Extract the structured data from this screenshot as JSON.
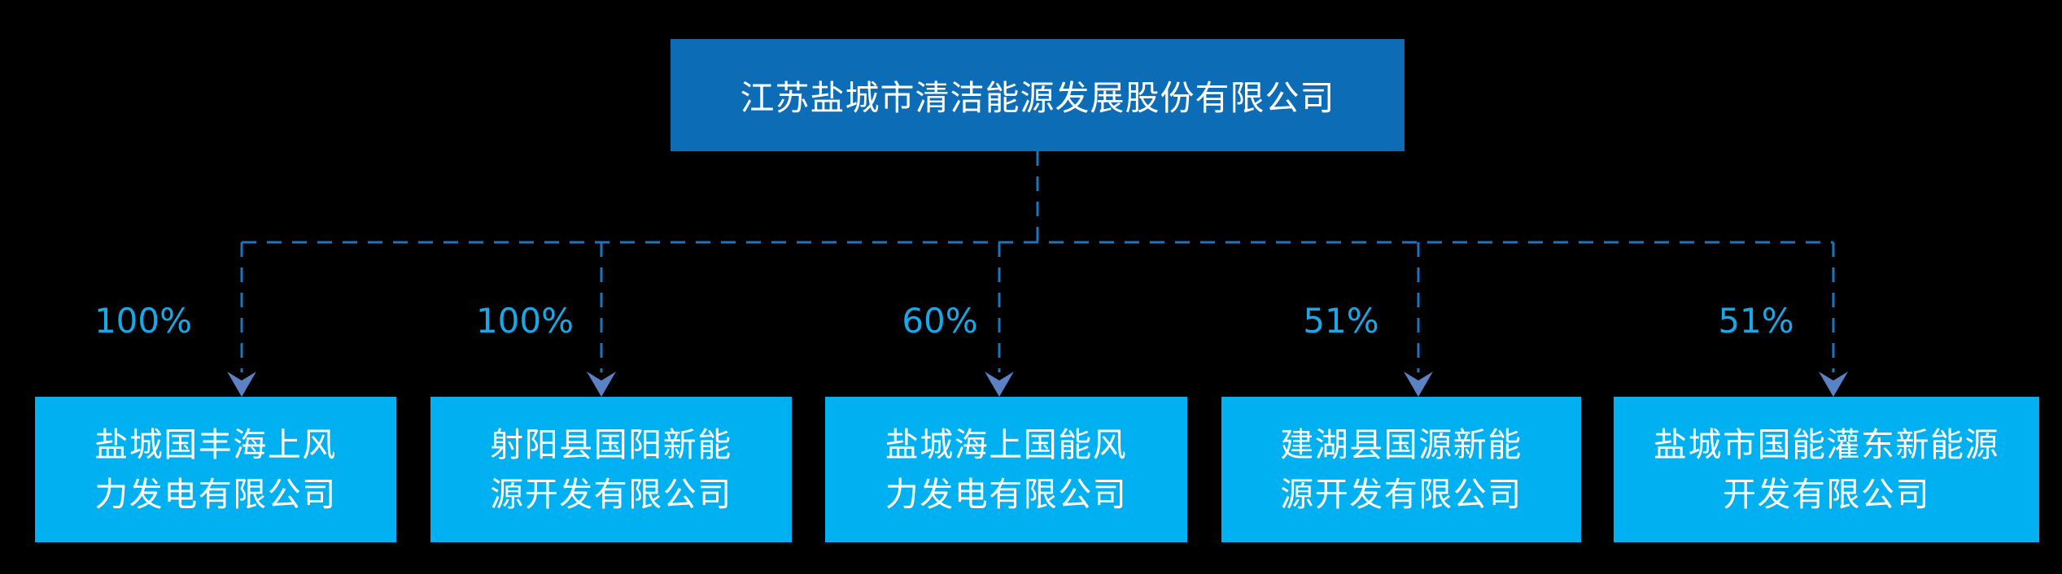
{
  "diagram": {
    "type": "organization-chart",
    "background_color": "#000000",
    "parent": {
      "name": "江苏盐城市清洁能源发展股份有限公司",
      "fill": "#0c6cb5",
      "text_color": "#ffffff"
    },
    "children": [
      {
        "name": "盐城国丰海上风力发电有限公司",
        "line1": "盐城国丰海上风",
        "line2": "力发电有限公司",
        "ownership": "100%"
      },
      {
        "name": "射阳县国阳新能源开发有限公司",
        "line1": "射阳县国阳新能",
        "line2": "源开发有限公司",
        "ownership": "100%"
      },
      {
        "name": "盐城海上国能风力发电有限公司",
        "line1": "盐城海上国能风",
        "line2": "力发电有限公司",
        "ownership": "60%"
      },
      {
        "name": "建湖县国源新能源开发有限公司",
        "line1": "建湖县国源新能",
        "line2": "源开发有限公司",
        "ownership": "51%"
      },
      {
        "name": "盐城市国能灌东新能源开发有限公司",
        "line1": "盐城市国能灌东新能源",
        "line2": "开发有限公司",
        "ownership": "51%"
      }
    ],
    "colors": {
      "child_fill": "#00b0f0",
      "connector_dash": "#1b75c0",
      "arrowhead": "#5b82c4",
      "ownership_text": "#18a8e8",
      "node_text": "#ffffff"
    }
  }
}
